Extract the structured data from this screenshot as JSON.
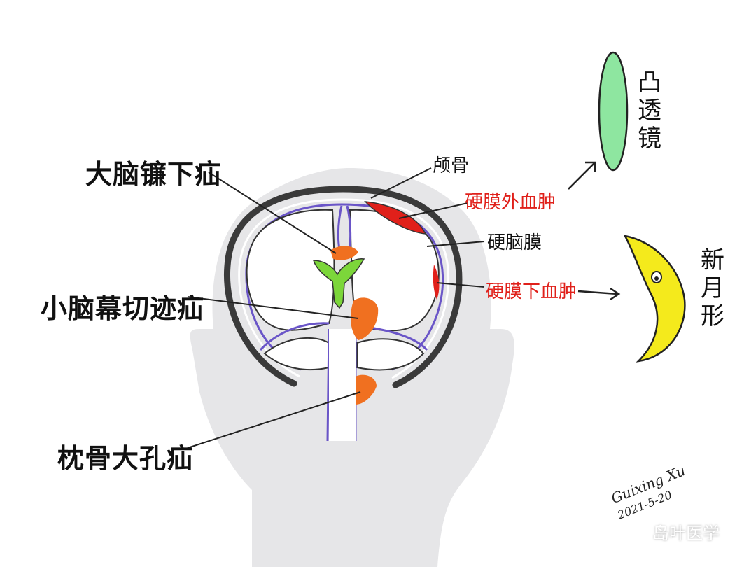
{
  "labels": {
    "subfalcine": "大脑镰下疝",
    "transtentorial": "小脑幕切迹疝",
    "tonsillar": "枕骨大孔疝",
    "skull": "颅骨",
    "epidural": "硬膜外血肿",
    "dura": "硬脑膜",
    "subdural": "硬膜下血肿"
  },
  "shapes": {
    "convex_lens": [
      "凸",
      "透",
      "镜"
    ],
    "crescent": [
      "新",
      "月",
      "形"
    ]
  },
  "signature": {
    "name": "Guixing Xu",
    "date": "2021-5-20"
  },
  "watermark": "岛叶医学",
  "colors": {
    "head": "#e6e6e8",
    "skull": "#3a3a3a",
    "dura": "#6a55c8",
    "epidural": "#e0201a",
    "herniation": "#f07020",
    "ventricle": "#7cd63a",
    "lens": "#8ee6a0",
    "moon": "#f4ea1c",
    "label_red": "#e0201a"
  }
}
